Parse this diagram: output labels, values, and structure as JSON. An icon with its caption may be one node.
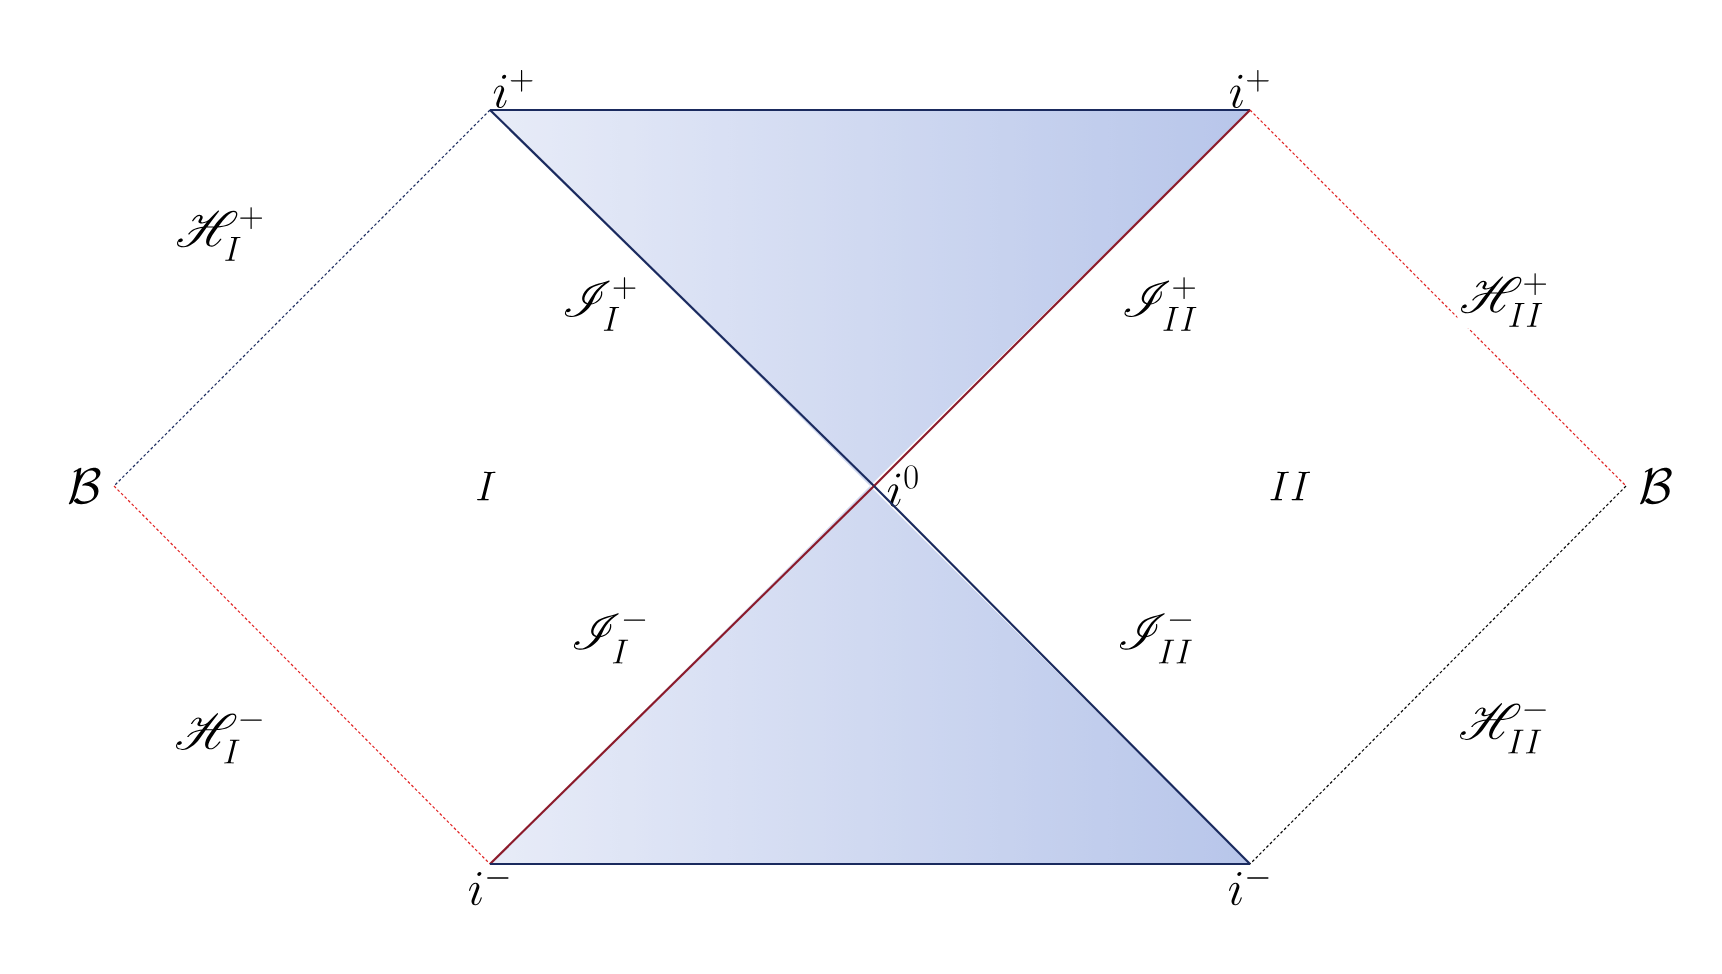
{
  "diagram": {
    "nodes": [
      {
        "text": [
          "i^{+}"
        ]
      },
      {
        "text": [
          "i^{+}"
        ]
      },
      {
        "text": [
          "\\mathcal{B}"
        ]
      },
      {
        "text": [
          "i^{0}"
        ]
      },
      {
        "text": [
          "\\mathcal{B}"
        ]
      },
      {
        "text": [
          "i^{-}"
        ]
      },
      {
        "text": [
          "i^{-}"
        ]
      }
    ],
    "edges": [
      {
        "from": 0,
        "to": 1,
        "arrow": "none"
      },
      {
        "from": 0,
        "to": 2,
        "arrow": "none",
        "label": "\\mathscr{H}^{+}_{I}",
        "style": "dashed"
      },
      {
        "from": 2,
        "to": 5,
        "arrow": "none",
        "label": "\\mathscr{H}^{-}_{I}",
        "style": "dashed",
        "color": "#e02020"
      },
      {
        "from": 0,
        "to": 3,
        "arrow": "none",
        "label": "\\mathscr{I}^{+}_{I}"
      },
      {
        "from": 3,
        "to": 1,
        "arrow": "none",
        "label": "\\mathscr{I}^{+}_{II}",
        "color": "#8b1a2a"
      },
      {
        "from": 5,
        "to": 3,
        "arrow": "none",
        "label": "\\mathscr{I}^{-}_{I}",
        "color": "#8b1a2a"
      },
      {
        "from": 3,
        "to": 6,
        "arrow": "none",
        "label": "\\mathscr{I}^{-}_{II}"
      },
      {
        "from": 1,
        "to": 4,
        "arrow": "none",
        "label": "\\mathscr{H}^{+}_{II}",
        "style": "dashed",
        "color": "#e02020"
      },
      {
        "from": 4,
        "to": 6,
        "arrow": "none",
        "label": "\\mathscr{H}^{-}_{II}",
        "style": "dashed",
        "color": "#000000"
      },
      {
        "from": 5,
        "to": 6,
        "arrow": "none"
      }
    ],
    "labels": [
      "I",
      "II"
    ]
  }
}
